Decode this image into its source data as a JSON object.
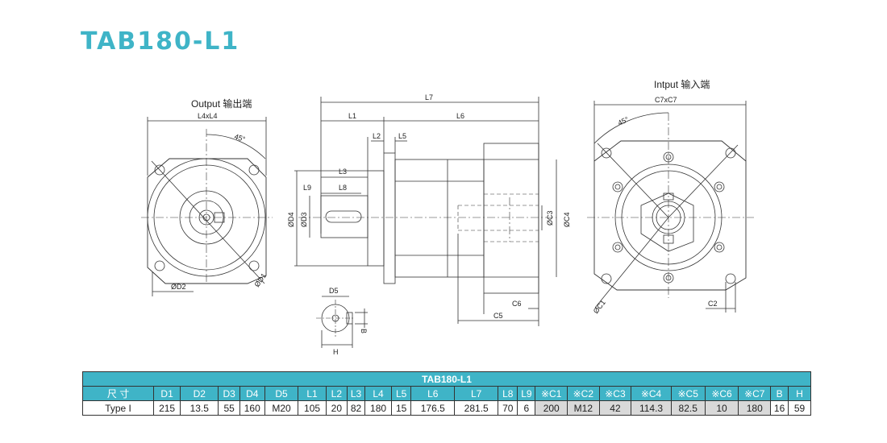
{
  "title": "TAB180-L1",
  "output_label": "Output 输出端",
  "input_label": "Intput 输入端",
  "dims": {
    "l4xl4": "L4xL4",
    "c7xc7": "C7xC7",
    "angle": "45°",
    "d1": "ØD1",
    "d2": "ØD2",
    "d3": "ØD3",
    "d4": "ØD4",
    "d5": "D5",
    "c1": "ØC1",
    "c2": "C2",
    "c3": "ØC3",
    "c4": "ØC4",
    "c5": "C5",
    "c6": "C6",
    "l1": "L1",
    "l2": "L2",
    "l3": "L3",
    "l5": "L5",
    "l6": "L6",
    "l7": "L7",
    "l8": "L8",
    "l9": "L9",
    "b": "B",
    "h": "H"
  },
  "table": {
    "caption": "TAB180-L1",
    "headers": [
      "尺 寸",
      "D1",
      "D2",
      "D3",
      "D4",
      "D5",
      "L1",
      "L2",
      "L3",
      "L4",
      "L5",
      "L6",
      "L7",
      "L8",
      "L9",
      "※C1",
      "※C2",
      "※C3",
      "※C4",
      "※C5",
      "※C6",
      "※C7",
      "B",
      "H"
    ],
    "rows": [
      [
        "Type I",
        "215",
        "13.5",
        "55",
        "160",
        "M20",
        "105",
        "20",
        "82",
        "180",
        "15",
        "176.5",
        "281.5",
        "70",
        "6",
        "200",
        "M12",
        "42",
        "114.3",
        "82.5",
        "10",
        "180",
        "16",
        "59"
      ]
    ]
  }
}
